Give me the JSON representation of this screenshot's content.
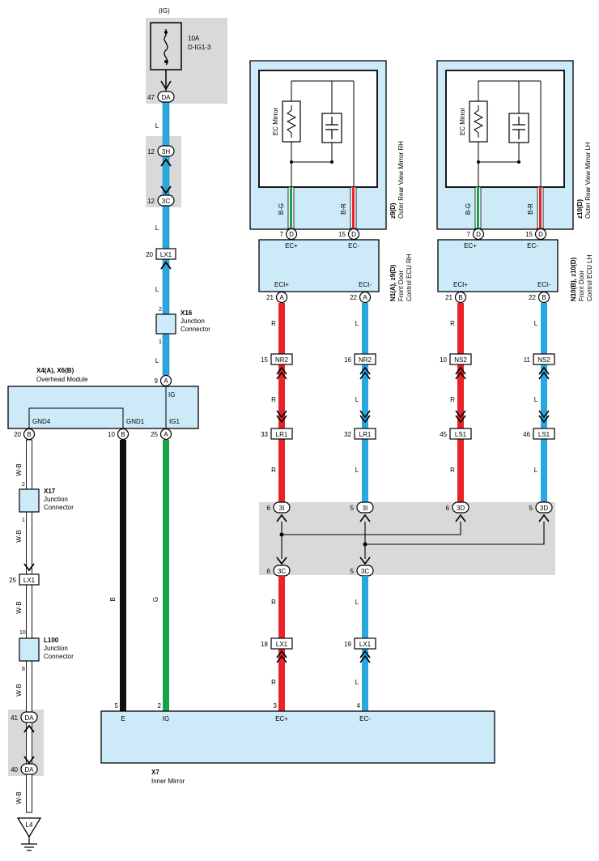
{
  "colors": {
    "blue_wire": "#29a8e0",
    "red_wire": "#e8242b",
    "green_wire": "#16a34a",
    "black_wire": "#111111",
    "module_fill": "#cdeaf8",
    "gray_zone": "#d9d9d9"
  },
  "fuse": {
    "source": "(IG)",
    "rating": "10A",
    "name": "D-IG1-3",
    "pin": "47",
    "connector": "DA"
  },
  "left_column": {
    "wire_main": "L",
    "j1": {
      "pin_top": "12",
      "conn_top": "3H",
      "pin_bot": "12",
      "conn_bot": "3C"
    },
    "lx1": {
      "pin": "20",
      "label": "LX1"
    },
    "x16": {
      "id": "X16",
      "name1": "Junction",
      "name2": "Connector",
      "pin_top": "2",
      "pin_bot": "1"
    },
    "overhead_entry": {
      "pin": "9",
      "conn": "A"
    }
  },
  "overhead": {
    "id": "X4(A), X6(B)",
    "name": "Overhead Module",
    "ig_top": "IG",
    "gnd4": "GND4",
    "gnd1": "GND1",
    "ig1": "IG1",
    "pin_gnd4": "20",
    "conn_gnd4": "B",
    "pin_gnd1": "10",
    "conn_gnd1": "B",
    "pin_ig1": "25",
    "conn_ig1": "A"
  },
  "ground_chain": {
    "wire": "W-B",
    "x17": {
      "id": "X17",
      "name1": "Junction",
      "name2": "Connector",
      "pin_top": "2",
      "pin_bot": "1"
    },
    "lx1": {
      "pin": "25",
      "label": "LX1"
    },
    "l100": {
      "id": "L100",
      "name1": "Junction",
      "name2": "Connector",
      "pin_top": "10",
      "pin_bot": "8"
    },
    "da1": {
      "pin": "41",
      "conn": "DA"
    },
    "da2": {
      "pin": "40",
      "conn": "DA"
    },
    "ground": "L4"
  },
  "wires_to_mirror": {
    "black": "B",
    "green": "G"
  },
  "mirrors": [
    {
      "id": "z9(D)",
      "name": "Outer Rear View Mirror RH",
      "element": "EC Mirror",
      "wire_left": "B-G",
      "wire_right": "B-R",
      "pin_left": "7",
      "conn_left": "D",
      "pin_right": "15",
      "conn_right": "D"
    },
    {
      "id": "z10(D)",
      "name": "Outer Rear View Mirror LH",
      "element": "EC Mirror",
      "wire_left": "B-G",
      "wire_right": "B-R",
      "pin_left": "7",
      "conn_left": "D",
      "pin_right": "15",
      "conn_right": "D"
    }
  ],
  "ecus": [
    {
      "id": "N1(A), z9(D)",
      "name1": "Front Door",
      "name2": "Control ECU RH",
      "top_left": "EC+",
      "top_right": "EC-",
      "bot_left": "ECI+",
      "bot_right": "ECI-",
      "pin_left": "21",
      "conn_left": "A",
      "pin_right": "22",
      "conn_right": "A"
    },
    {
      "id": "N10(B), z10(D)",
      "name1": "Front Door",
      "name2": "Control ECU LH",
      "top_left": "EC+",
      "top_right": "EC-",
      "bot_left": "ECI+",
      "bot_right": "ECI-",
      "pin_left": "21",
      "conn_left": "B",
      "pin_right": "22",
      "conn_right": "B"
    }
  ],
  "runs": [
    {
      "color": "R",
      "c1_pin": "15",
      "c1": "NR2",
      "c2_pin": "33",
      "c2": "LR1",
      "j_pin": "6",
      "j": "3I"
    },
    {
      "color": "L",
      "c1_pin": "16",
      "c1": "NR2",
      "c2_pin": "32",
      "c2": "LR1",
      "j_pin": "5",
      "j": "3I"
    },
    {
      "color": "R",
      "c1_pin": "10",
      "c1": "NS2",
      "c2_pin": "45",
      "c2": "LS1",
      "j_pin": "6",
      "j": "3D"
    },
    {
      "color": "L",
      "c1_pin": "11",
      "c1": "NS2",
      "c2_pin": "46",
      "c2": "LS1",
      "j_pin": "5",
      "j": "3D"
    }
  ],
  "lower_runs": [
    {
      "color": "R",
      "j_pin": "6",
      "j": "3C",
      "lx_pin": "18",
      "lx": "LX1",
      "end_pin": "3"
    },
    {
      "color": "L",
      "j_pin": "5",
      "j": "3C",
      "lx_pin": "19",
      "lx": "LX1",
      "end_pin": "4"
    }
  ],
  "inner_mirror": {
    "id": "X7",
    "name": "Inner Mirror",
    "pin_e": "5",
    "pin_ig": "2",
    "lbl_e": "E",
    "lbl_ig": "IG",
    "lbl_ecp": "EC+",
    "lbl_ecm": "EC-"
  }
}
